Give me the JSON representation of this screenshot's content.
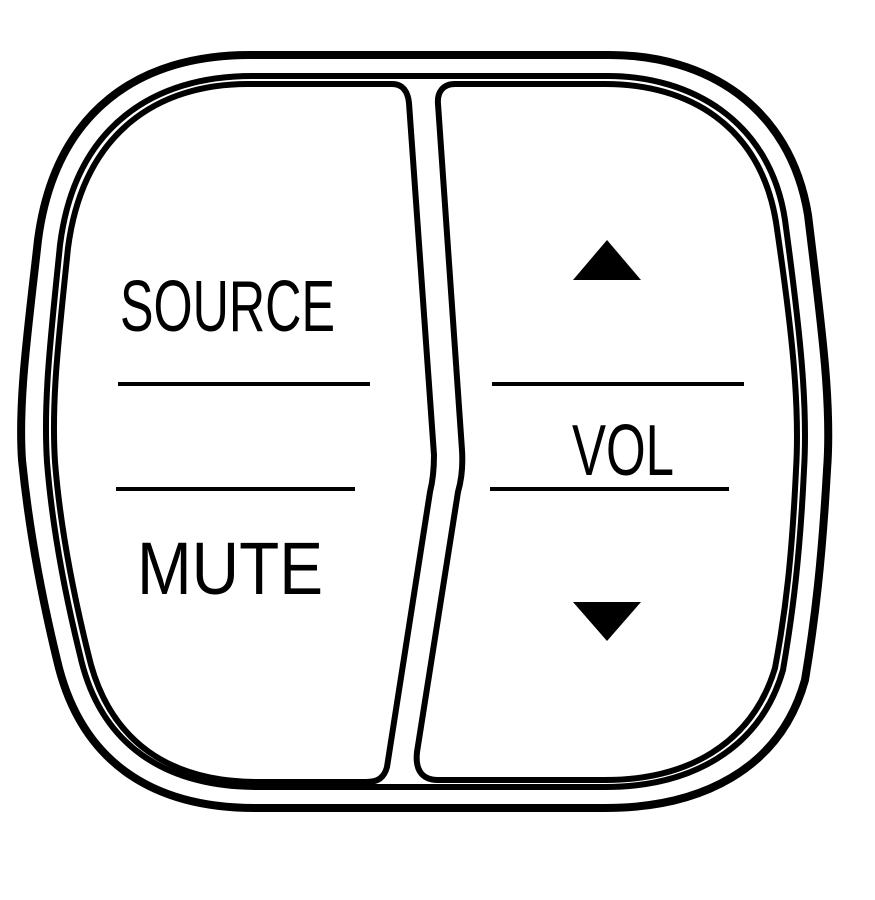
{
  "control_pad": {
    "left_button": {
      "top_label": "SOURCE",
      "bottom_label": "MUTE"
    },
    "right_button": {
      "center_label": "VOL",
      "up_icon": "triangle-up-icon",
      "down_icon": "triangle-down-icon"
    }
  },
  "colors": {
    "stroke": "#000000",
    "background": "#ffffff"
  }
}
